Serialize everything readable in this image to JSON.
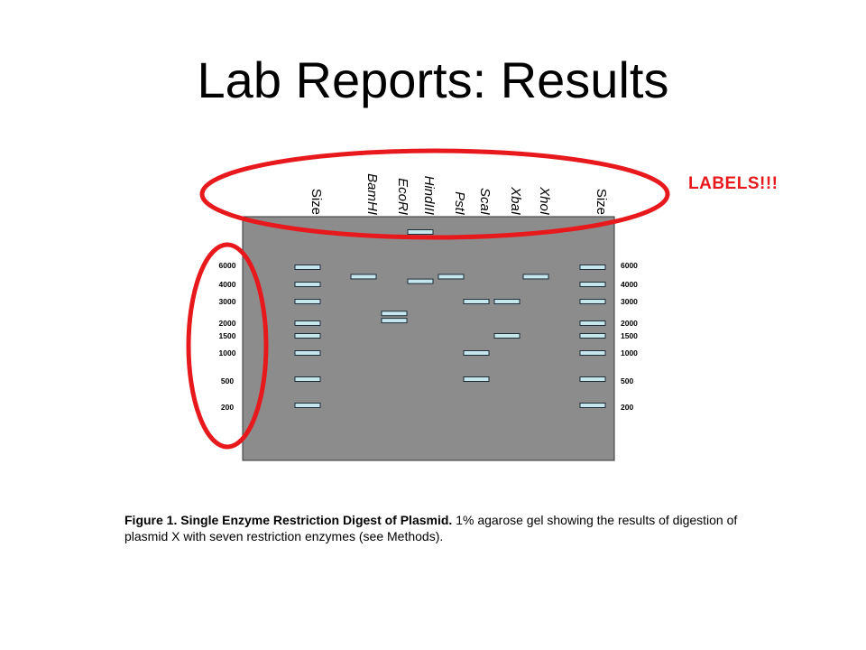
{
  "title": "Lab Reports: Results",
  "callout": {
    "text": "LABELS!!!",
    "color": "#e8191c"
  },
  "figure": {
    "lane_labels": [
      "Size",
      "BamHI",
      "EcoRI",
      "HindIII",
      "PstI",
      "ScaI",
      "XbaI",
      "XhoI",
      "Size"
    ],
    "left_marker_labels": [
      "6000",
      "4000",
      "3000",
      "2000",
      "1500",
      "1000",
      "500",
      "200"
    ],
    "right_marker_labels": [
      "6000",
      "4000",
      "3000",
      "2000",
      "1500",
      "1000",
      "500",
      "200"
    ],
    "bands": {
      "Size": [
        6000,
        4000,
        3000,
        2000,
        1500,
        1000,
        500,
        200
      ],
      "BamHI": [
        4800
      ],
      "EcoRI": [
        2400,
        2100
      ],
      "HindIII": [
        "well",
        4300
      ],
      "PstI": [
        4800
      ],
      "ScaI": [
        3000,
        1000,
        500
      ],
      "XbaI": [
        3000,
        1500
      ],
      "XhoI": [
        4800
      ],
      "Size_right": [
        6000,
        4000,
        3000,
        2000,
        1500,
        1000,
        500,
        200
      ]
    },
    "colors": {
      "gel": "#8c8c8c",
      "band_fill": "#c6e6ee",
      "band_stroke": "#1e2d38",
      "highlight": "#e8191c"
    }
  },
  "caption": {
    "bold": "Figure 1. Single Enzyme Restriction Digest of Plasmid.",
    "text": " 1% agarose gel showing the results of digestion of plasmid X with seven restriction enzymes (see Methods)."
  }
}
